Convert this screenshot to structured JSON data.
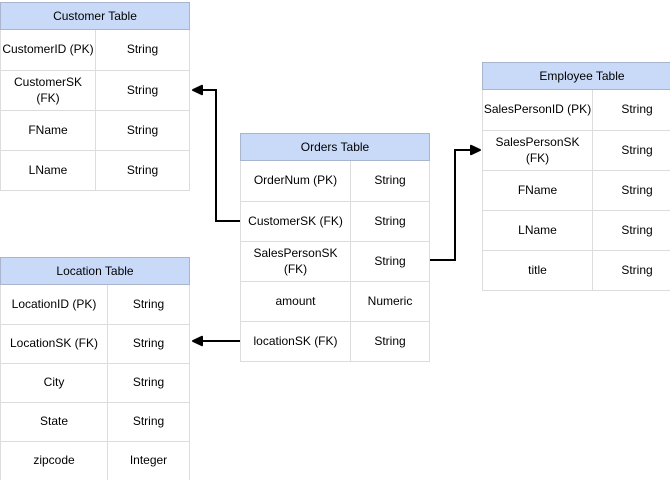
{
  "diagram": {
    "type": "entity-relationship",
    "colors": {
      "header_fill": "#C9DAF8",
      "header_border": "#A9B5CE",
      "row_border": "#DCDCDC",
      "connector": "#000000",
      "background": "#FFFFFF"
    },
    "tables": [
      {
        "id": "customer",
        "title": "Customer Table",
        "rows": [
          {
            "field": "CustomerID (PK)",
            "type": "String"
          },
          {
            "field": "CustomerSK\n(FK)",
            "type": "String"
          },
          {
            "field": "FName",
            "type": "String"
          },
          {
            "field": "LName",
            "type": "String"
          }
        ]
      },
      {
        "id": "orders",
        "title": "Orders Table",
        "rows": [
          {
            "field": "OrderNum (PK)",
            "type": "String"
          },
          {
            "field": "CustomerSK (FK)",
            "type": "String"
          },
          {
            "field": "SalesPersonSK\n(FK)",
            "type": "String"
          },
          {
            "field": "amount",
            "type": "Numeric"
          },
          {
            "field": "locationSK (FK)",
            "type": "String"
          }
        ]
      },
      {
        "id": "employee",
        "title": "Employee Table",
        "rows": [
          {
            "field": "SalesPersonID (PK)",
            "type": "String"
          },
          {
            "field": "SalesPersonSK\n(FK)",
            "type": "String"
          },
          {
            "field": "FName",
            "type": "String"
          },
          {
            "field": "LName",
            "type": "String"
          },
          {
            "field": "title",
            "type": "String"
          }
        ]
      },
      {
        "id": "location",
        "title": "Location Table",
        "rows": [
          {
            "field": "LocationID (PK)",
            "type": "String"
          },
          {
            "field": "LocationSK (FK)",
            "type": "String"
          },
          {
            "field": "City",
            "type": "String"
          },
          {
            "field": "State",
            "type": "String"
          },
          {
            "field": "zipcode",
            "type": "Integer"
          }
        ]
      }
    ],
    "relationships": [
      {
        "from": "Orders Table.CustomerSK (FK)",
        "to": "Customer Table.CustomerSK (FK)"
      },
      {
        "from": "Orders Table.SalesPersonSK (FK)",
        "to": "Employee Table.SalesPersonSK (FK)"
      },
      {
        "from": "Orders Table.locationSK (FK)",
        "to": "Location Table.LocationSK (FK)"
      }
    ]
  }
}
